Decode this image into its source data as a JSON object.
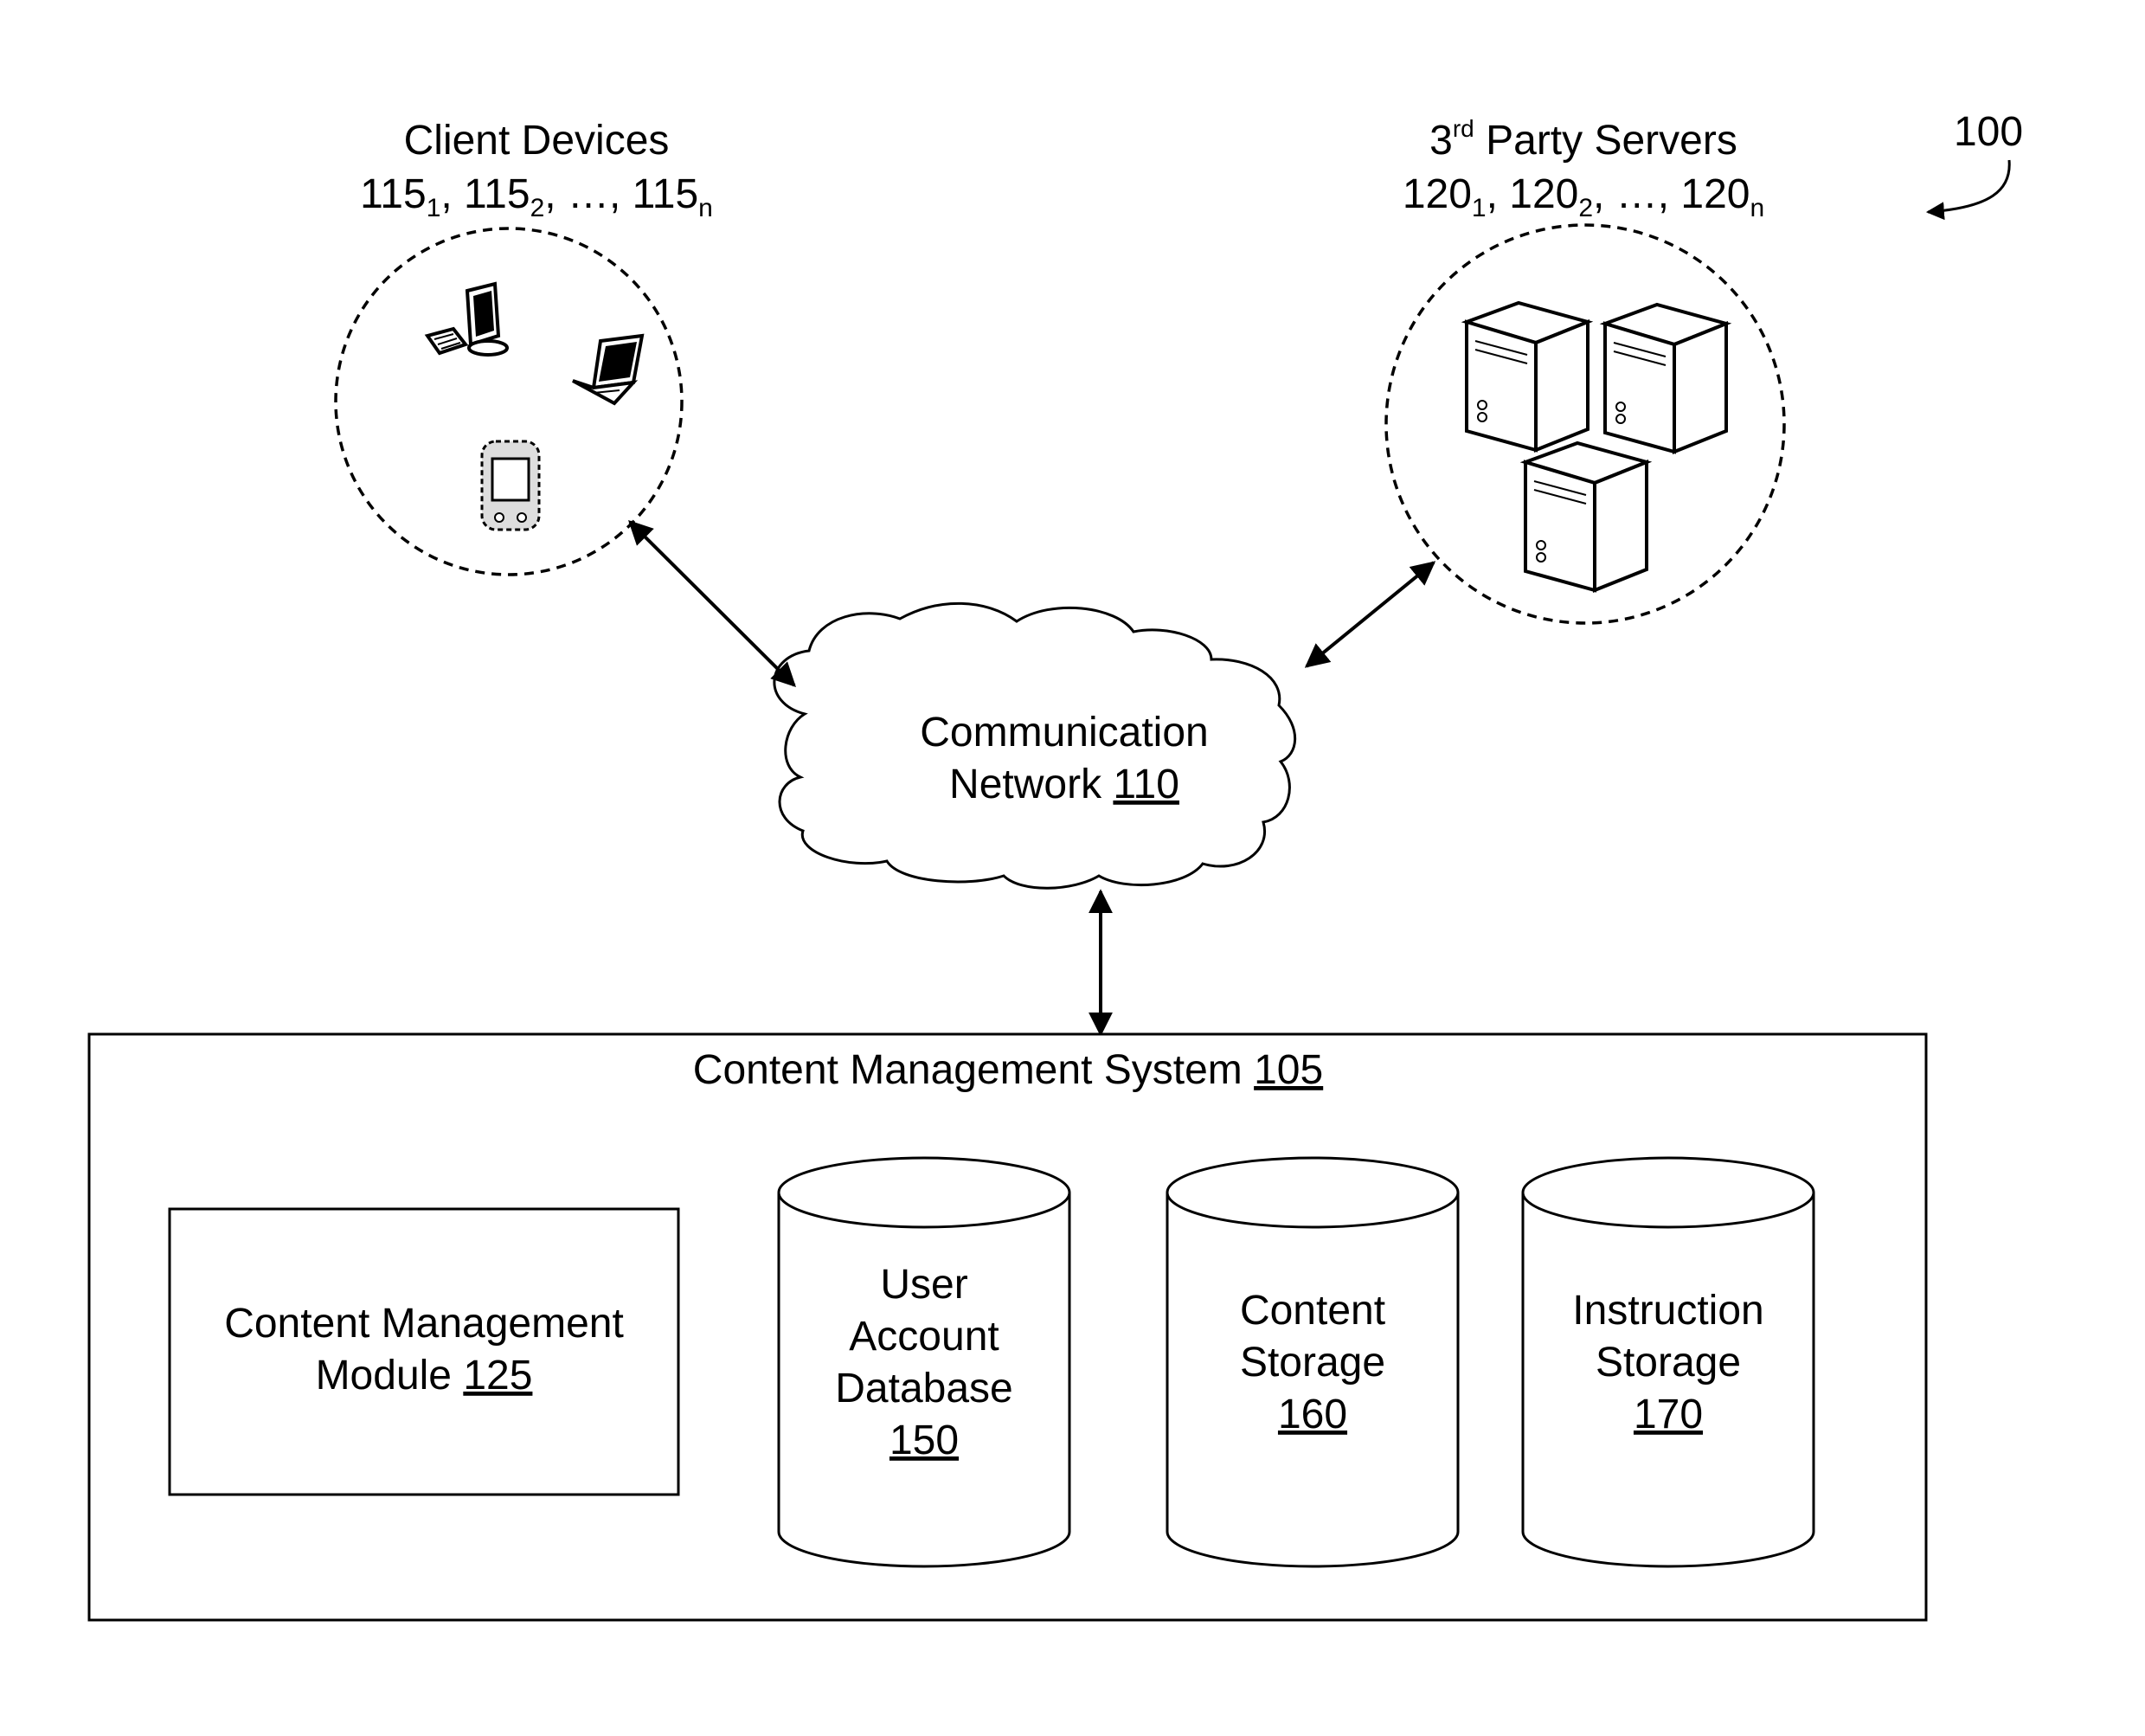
{
  "figure_ref": "100",
  "client_devices": {
    "title": "Client Devices",
    "ids": [
      {
        "base": "115",
        "sub": "1",
        "sep": ", "
      },
      {
        "base": "115",
        "sub": "2",
        "sep": ", "
      },
      {
        "text": "…, "
      },
      {
        "base": "115",
        "sub": "n",
        "sep": ""
      }
    ],
    "icons": [
      "desktop-computer-icon",
      "laptop-icon",
      "mobile-phone-icon"
    ]
  },
  "third_party_servers": {
    "title_prefix": "3",
    "title_sup": "rd",
    "title_suffix": " Party Servers",
    "ids": [
      {
        "base": "120",
        "sub": "1",
        "sep": ", "
      },
      {
        "base": "120",
        "sub": "2",
        "sep": ", "
      },
      {
        "text": "…, "
      },
      {
        "base": "120",
        "sub": "n",
        "sep": ""
      }
    ],
    "icons": [
      "server-tower-icon",
      "server-tower-icon",
      "server-tower-icon"
    ]
  },
  "network": {
    "line1": "Communication",
    "line2_text": "Network ",
    "line2_ref": "110"
  },
  "cms": {
    "title_text": "Content Management System ",
    "title_ref": "105",
    "module": {
      "line1": "Content Management",
      "line2_text": "Module ",
      "line2_ref": "125"
    },
    "databases": [
      {
        "lines": [
          "User",
          "Account",
          "Database"
        ],
        "ref": "150"
      },
      {
        "lines": [
          "Content",
          "Storage"
        ],
        "ref": "160"
      },
      {
        "lines": [
          "Instruction",
          "Storage"
        ],
        "ref": "170"
      }
    ]
  },
  "connections": [
    {
      "from": "Client Devices",
      "to": "Communication Network",
      "type": "bidirectional"
    },
    {
      "from": "3rd Party Servers",
      "to": "Communication Network",
      "type": "bidirectional"
    },
    {
      "from": "Communication Network",
      "to": "Content Management System",
      "type": "bidirectional"
    }
  ]
}
